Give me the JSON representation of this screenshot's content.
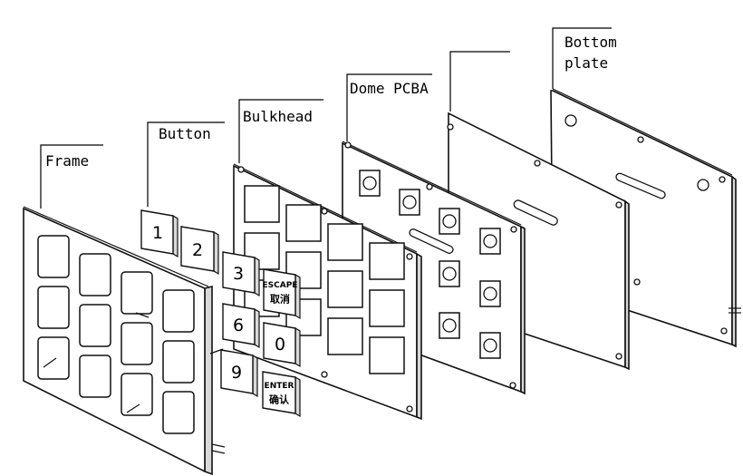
{
  "labels": {
    "frame": "Frame",
    "button": "Button",
    "bulkhead": "Bulkhead",
    "dome_pcba": "Dome PCBA",
    "bottom_plate_line1": "Bottom",
    "bottom_plate_line2": "plate"
  },
  "keys": {
    "k1": "1",
    "k2": "2",
    "k3": "3",
    "k6": "6",
    "k0": "0",
    "k9": "9",
    "escape_line1": "ESCAPE",
    "escape_line2": "取消",
    "enter_line1": "ENTER",
    "enter_line2": "确认"
  }
}
